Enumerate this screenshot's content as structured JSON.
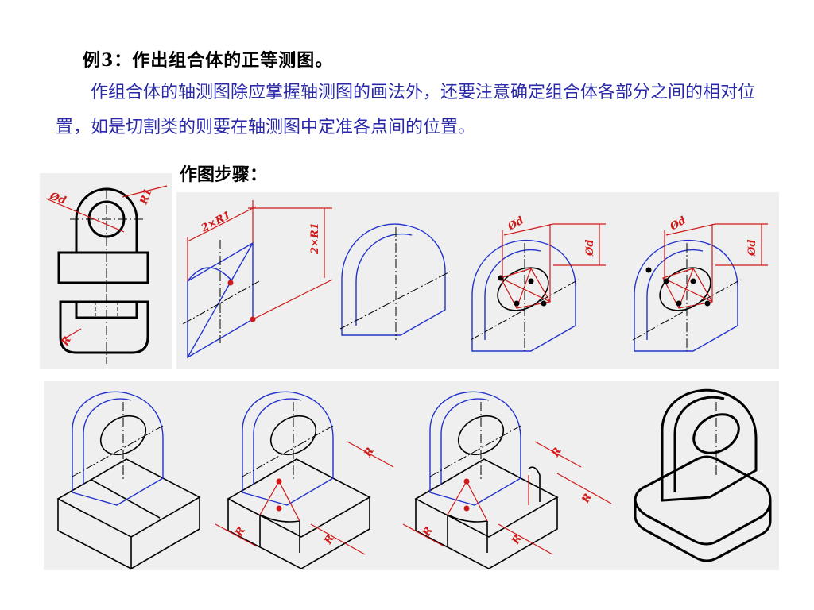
{
  "heading": "例3：作出组合体的正等测图。",
  "paragraph": "作组合体的轴测图除应掌握轴测图的画法外，还要注意确定组合体各部分之间的相对位置，如是切割类的则要在轴测图中定准各点间的位置。",
  "steps_label": "作图步骤：",
  "dimension_labels": {
    "phi_d": "Ød",
    "r1": "R1",
    "two_r1": "2×R1",
    "r": "R"
  },
  "colors": {
    "paragraph_text": "#2a2aa8",
    "construction": "#2233cc",
    "dimension": "#d01818",
    "panel_bg": "#efefef"
  }
}
